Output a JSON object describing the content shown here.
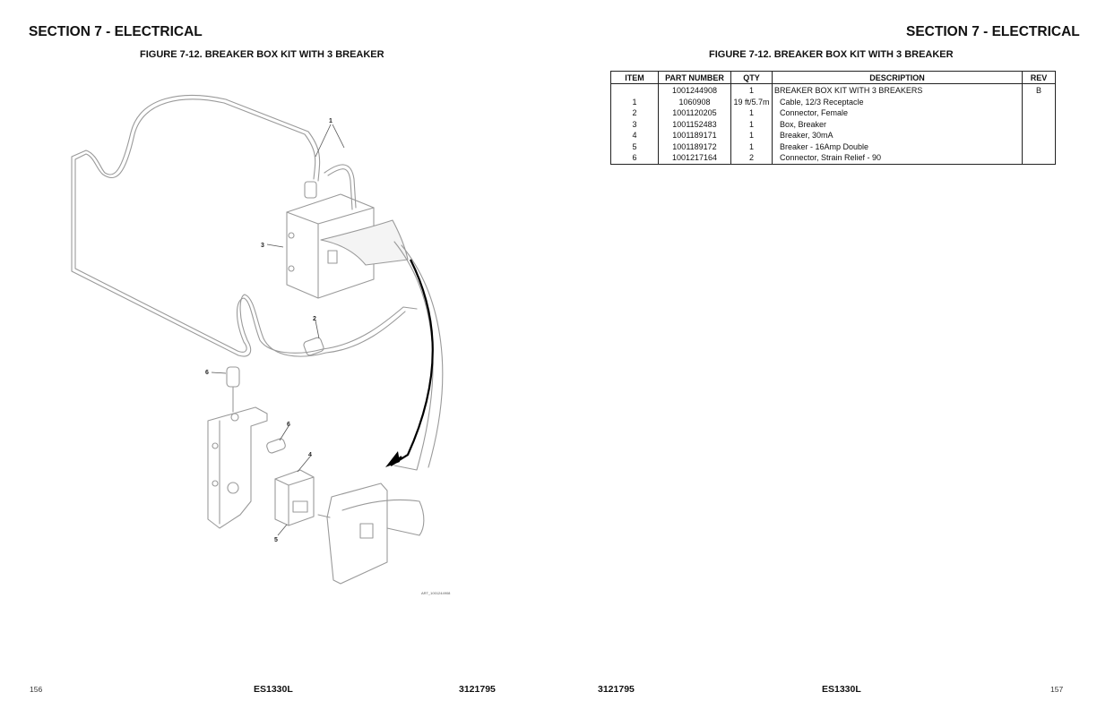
{
  "left_page": {
    "section_title": "SECTION 7 - ELECTRICAL",
    "figure_title": "FIGURE 7-12. BREAKER BOX KIT WITH 3 BREAKER",
    "illustration": {
      "callouts": [
        "1",
        "2",
        "3",
        "6",
        "6",
        "4",
        "5"
      ],
      "art_number": "ART_1001244908"
    },
    "footer": {
      "page_number": "156",
      "model": "ES1330L",
      "doc_number": "3121795"
    }
  },
  "right_page": {
    "section_title": "SECTION 7 - ELECTRICAL",
    "figure_title": "FIGURE 7-12. BREAKER BOX KIT WITH 3 BREAKER",
    "parts_table": {
      "headers": [
        "ITEM",
        "PART NUMBER",
        "QTY",
        "DESCRIPTION",
        "REV"
      ],
      "rows": [
        {
          "item": "",
          "part_number": "1001244908",
          "qty": "1",
          "description": "BREAKER  BOX KIT WITH 3 BREAKERS",
          "rev": "B"
        },
        {
          "item": "1",
          "part_number": "1060908",
          "qty": "19 ft/5.7m",
          "description": "Cable, 12/3 Receptacle",
          "rev": ""
        },
        {
          "item": "2",
          "part_number": "1001120205",
          "qty": "1",
          "description": "Connector, Female",
          "rev": ""
        },
        {
          "item": "3",
          "part_number": "1001152483",
          "qty": "1",
          "description": "Box, Breaker",
          "rev": ""
        },
        {
          "item": "4",
          "part_number": "1001189171",
          "qty": "1",
          "description": "Breaker, 30mA",
          "rev": ""
        },
        {
          "item": "5",
          "part_number": "1001189172",
          "qty": "1",
          "description": "Breaker - 16Amp Double",
          "rev": ""
        },
        {
          "item": "6",
          "part_number": "1001217164",
          "qty": "2",
          "description": "Connector, Strain Relief - 90",
          "rev": ""
        }
      ]
    },
    "footer": {
      "doc_number": "3121795",
      "model": "ES1330L",
      "page_number": "157"
    }
  }
}
